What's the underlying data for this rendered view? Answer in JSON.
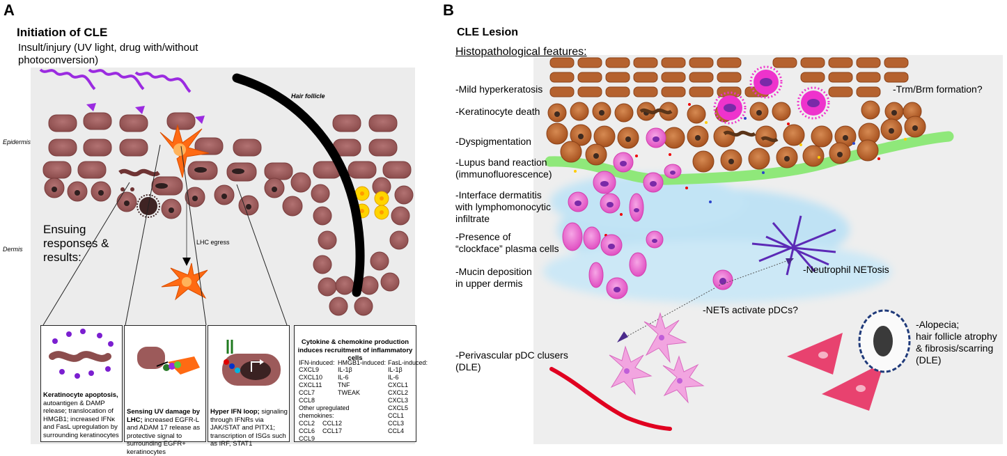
{
  "panel_a": {
    "letter": "A",
    "title": "Initiation of CLE",
    "insult": "Insult/injury (UV light, drug with/without photoconversion)",
    "hair_follicle": "Hair follicle",
    "epidermis": "Epidermis",
    "dermis": "Dermis",
    "ensuing": "Ensuing responses & results:",
    "lhc_egress": "LHC egress",
    "box1": {
      "bold": "Keratinocyte apoptosis,",
      "text": "autoantigen & DAMP release; translocation of HMGB1; increased IFNκ and FasL upregulation by surrounding keratinocytes"
    },
    "box2": {
      "bold": "Sensing UV damage by LHC;",
      "text": "increased EGFR-L and ADAM 17 release as protective signal to surrounding EGFR+ keratinocytes"
    },
    "box3": {
      "bold": "Hyper IFN loop;",
      "text": "signaling through IFNRs via JAK/STAT and PITX1; transcription of ISGs such as IRF, STAT1"
    },
    "box4": {
      "title": "Cytokine & chemokine production induces recruitment of inflammatory cells",
      "ifn_header": "IFN-induced:",
      "ifn_items": "CXCL9\nCXCL10\nCXCL11\nCCL7\nCCL8",
      "hmgb1_header": "HMGB1-induced:",
      "hmgb1_items": "IL-1β\nIL-6\nTNF\nTWEAK",
      "fasl_header": "FasL-induced:",
      "fasl_items": "IL-1β\nIL-6\nCXCL1\nCXCL2\nCXCL3\nCXCL5\nCCL1\nCCL3\nCCL4",
      "other_header": "Other upregulated\nchemokines:",
      "other_col1": "CCL2\nCCL6\nCCL9",
      "other_col2": "CCL12\nCCL17"
    }
  },
  "panel_b": {
    "letter": "B",
    "title": "CLE Lesion",
    "histo": "Histopathological features:",
    "features": [
      "-Mild hyperkeratosis",
      "-Keratinocyte death",
      "-Dyspigmentation",
      "-Lupus band reaction\n(immunofluorescence)",
      "-Interface dermatitis\nwith lymphomonocytic\ninfiltrate",
      "-Presence of\n“clockface” plasma cells",
      "-Mucin deposition\nin upper dermis",
      "-Perivascular pDC clusers\n(DLE)"
    ],
    "trm": "-Trm/Brm formation?",
    "netosis": "-Neutrophil NETosis",
    "nets_pdc": "-NETs activate pDCs?",
    "alopecia": "-Alopecia;\nhair follicle atrophy\n& fibrosis/scarring\n(DLE)"
  },
  "colors": {
    "keratinocyte": "#9c5a5a",
    "lesion_keratinocyte": "#b5622f",
    "lhc": "#ff6a13",
    "uv": "#9b2be0",
    "plasma": "#ee66cc",
    "lupus_band": "#8fe87a",
    "mucin": "#a9d6ee",
    "vessel": "#e00020"
  }
}
